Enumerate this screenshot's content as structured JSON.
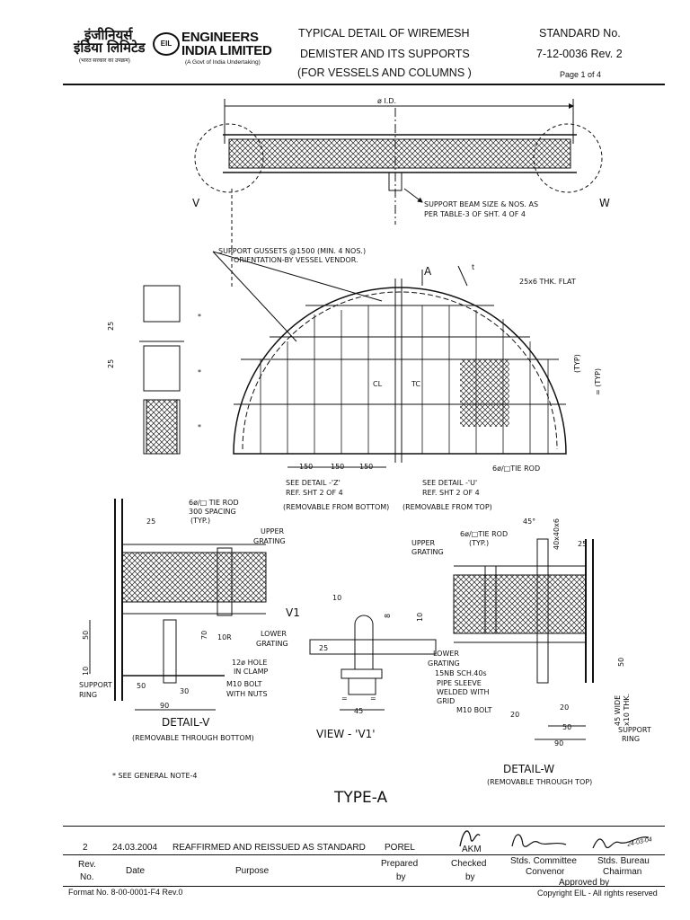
{
  "header": {
    "logo_hindi_1": "इंजीनियर्स",
    "logo_hindi_2": "इंडिया लिमिटेड",
    "logo_hindi_sub": "(भारत सरकार का उपक्रम)",
    "logo_en_1": "ENGINEERS",
    "logo_en_2": "INDIA LIMITED",
    "logo_sub": "(A Govt of India Undertaking)",
    "logo_mark": "EIL",
    "title_1": "TYPICAL DETAIL OF WIREMESH",
    "title_2": "DEMISTER AND ITS SUPPORTS",
    "title_3": "(FOR VESSELS AND COLUMNS )",
    "std_label": "STANDARD No.",
    "std_number": "7-12-0036  Rev. 2",
    "page": "Page 1 of 4"
  },
  "drawing": {
    "id_label": "ø I.D.",
    "view_v": "V",
    "view_w": "W",
    "beam_note_1": "SUPPORT BEAM SIZE & NOS. AS",
    "beam_note_2": "PER TABLE-3 OF SHT. 4 OF 4",
    "gusset_1": "SUPPORT GUSSETS @1500 (MIN. 4 NOS.)",
    "gusset_2": "ORIENTATION-BY VESSEL VENDOR.",
    "mark_a": "A",
    "mark_t": "t",
    "flat": "25x6 THK. FLAT",
    "typ": "(TYP)",
    "typ2": "= (TYP)",
    "eq": "=",
    "star": "*",
    "dim_25": "25",
    "cl": "CL",
    "tc": "TC",
    "dim_150": "150",
    "tie_rod": "6ø/□TIE ROD",
    "see_z_1": "SEE DETAIL -'Z'",
    "see_z_2": "REF. SHT 2 OF 4",
    "see_u_1": "SEE DETAIL -'U'",
    "see_u_2": "REF. SHT 2 OF 4",
    "rem_bottom": "(REMOVABLE FROM BOTTOM)",
    "rem_top": "(REMOVABLE FROM TOP)",
    "v_tie_1": "6ø/□ TIE ROD",
    "v_tie_2": "300 SPACING",
    "v_tie_3": "(TYP.)",
    "upper_1": "UPPER",
    "upper_2": "GRATING",
    "lower_1": "LOWER",
    "lower_2": "GRATING",
    "v1": "V1",
    "r10": "10R",
    "d50": "50",
    "d70": "70",
    "d10": "10",
    "hole_1": "12ø HOLE",
    "hole_2": "IN CLAMP",
    "bolt_1": "M10 BOLT",
    "bolt_2": "WITH NUTS",
    "support_1": "SUPPORT",
    "support_2": "RING",
    "d30": "30",
    "d90": "90",
    "detail_v": "DETAIL-V",
    "detail_v_sub": "(REMOVABLE THROUGH BOTTOM)",
    "view_v1": "VIEW   -  'V1'",
    "d8": "8",
    "d45": "45",
    "w_upper_1": "UPPER",
    "w_upper_2": "GRATING",
    "w_tie_1": "6ø/□TIE ROD",
    "w_tie_2": "(TYP.)",
    "angle": "45°",
    "ang_size": "40x40x6",
    "pipe_1": "15NB SCH.40s",
    "pipe_2": "PIPE SLEEVE",
    "pipe_3": "WELDED WITH",
    "pipe_4": "GRID",
    "m10": "M10 BOLT",
    "d20": "20",
    "wide_1": "45 WIDE",
    "wide_2": "x10 THK.",
    "detail_w": "DETAIL-W",
    "detail_w_sub": "(REMOVABLE THROUGH TOP)",
    "note": "*   SEE GENERAL NOTE-4",
    "type_a": "TYPE-A"
  },
  "revision": {
    "rev": "2",
    "date": "24.03.2004",
    "purpose": "REAFFIRMED AND REISSUED AS STANDARD",
    "prepared": "POREL",
    "checked": "AKM",
    "sign_date": "24-03-04"
  },
  "footer": {
    "rev_h1": "Rev.",
    "rev_h2": "No.",
    "date_h": "Date",
    "purpose_h": "Purpose",
    "prep_h1": "Prepared",
    "prep_h2": "by",
    "chk_h1": "Checked",
    "chk_h2": "by",
    "comm_1": "Stds. Committee",
    "comm_2": "Convenor",
    "bureau_1": "Stds. Bureau",
    "bureau_2": "Chairman",
    "approved": "Approved by",
    "format": "Format No. 8-00-0001-F4 Rev.0",
    "copyright": "Copyright EIL - All rights reserved"
  }
}
